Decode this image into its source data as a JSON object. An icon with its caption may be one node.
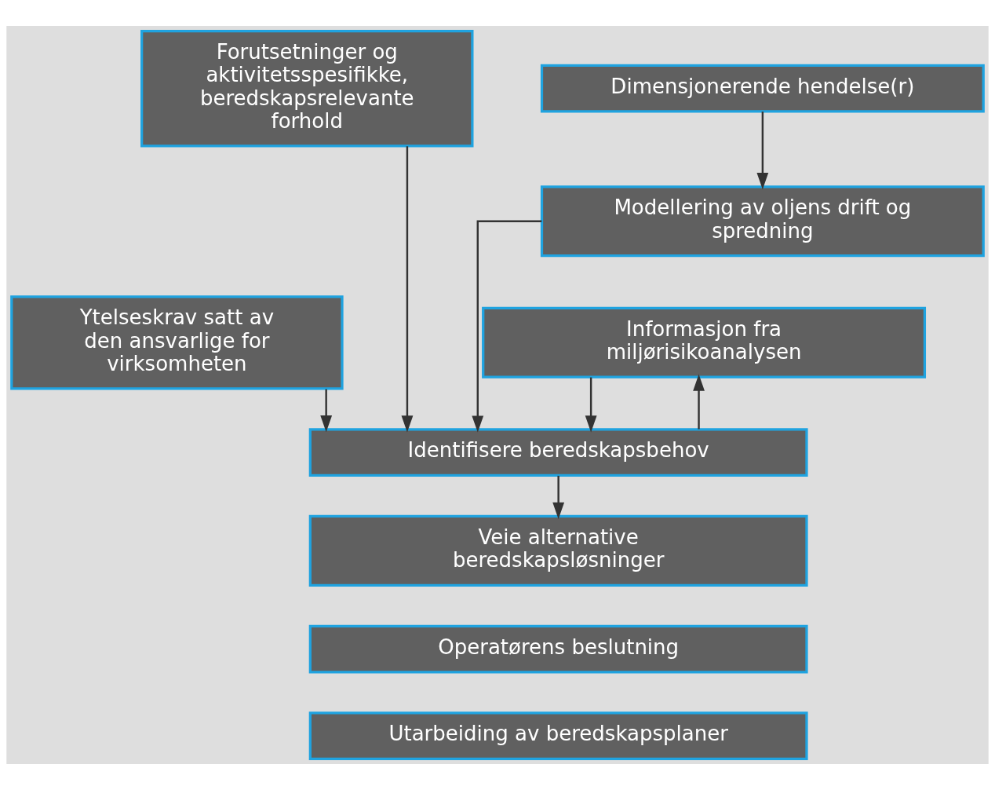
{
  "diagram": {
    "nodes": [
      {
        "text": [
          "Forutsetninger og aktivitetsspesifikke, beredskapsrelevante forhold"
        ]
      },
      {
        "text": [
          "Dimensjonerende hendelse(r)"
        ]
      },
      {
        "text": [
          "Modellering av oljens drift og spredning"
        ]
      },
      {
        "text": [
          "Ytelseskrav satt av den ansvarlige for virksomheten"
        ]
      },
      {
        "text": [
          "Informasjon fra miljørisikoanalysen"
        ]
      },
      {
        "text": [
          "Identifisere beredskapsbehov"
        ]
      },
      {
        "text": [
          "Veie alternative beredskapsløsninger"
        ]
      },
      {
        "text": [
          "Operatørens beslutning"
        ]
      },
      {
        "text": [
          "Utarbeiding av beredskapsplaner"
        ]
      }
    ],
    "edges": [
      {
        "from": 1,
        "to": 2,
        "arrow": "to"
      },
      {
        "from": 0,
        "to": 5,
        "arrow": "to"
      },
      {
        "from": 2,
        "to": 5,
        "arrow": "to"
      },
      {
        "from": 4,
        "to": 5,
        "arrow": "to"
      },
      {
        "from": 3,
        "to": 5,
        "arrow": "to"
      },
      {
        "from": 5,
        "to": 4,
        "arrow": "to"
      },
      {
        "from": 5,
        "to": 6,
        "arrow": "to"
      }
    ]
  }
}
